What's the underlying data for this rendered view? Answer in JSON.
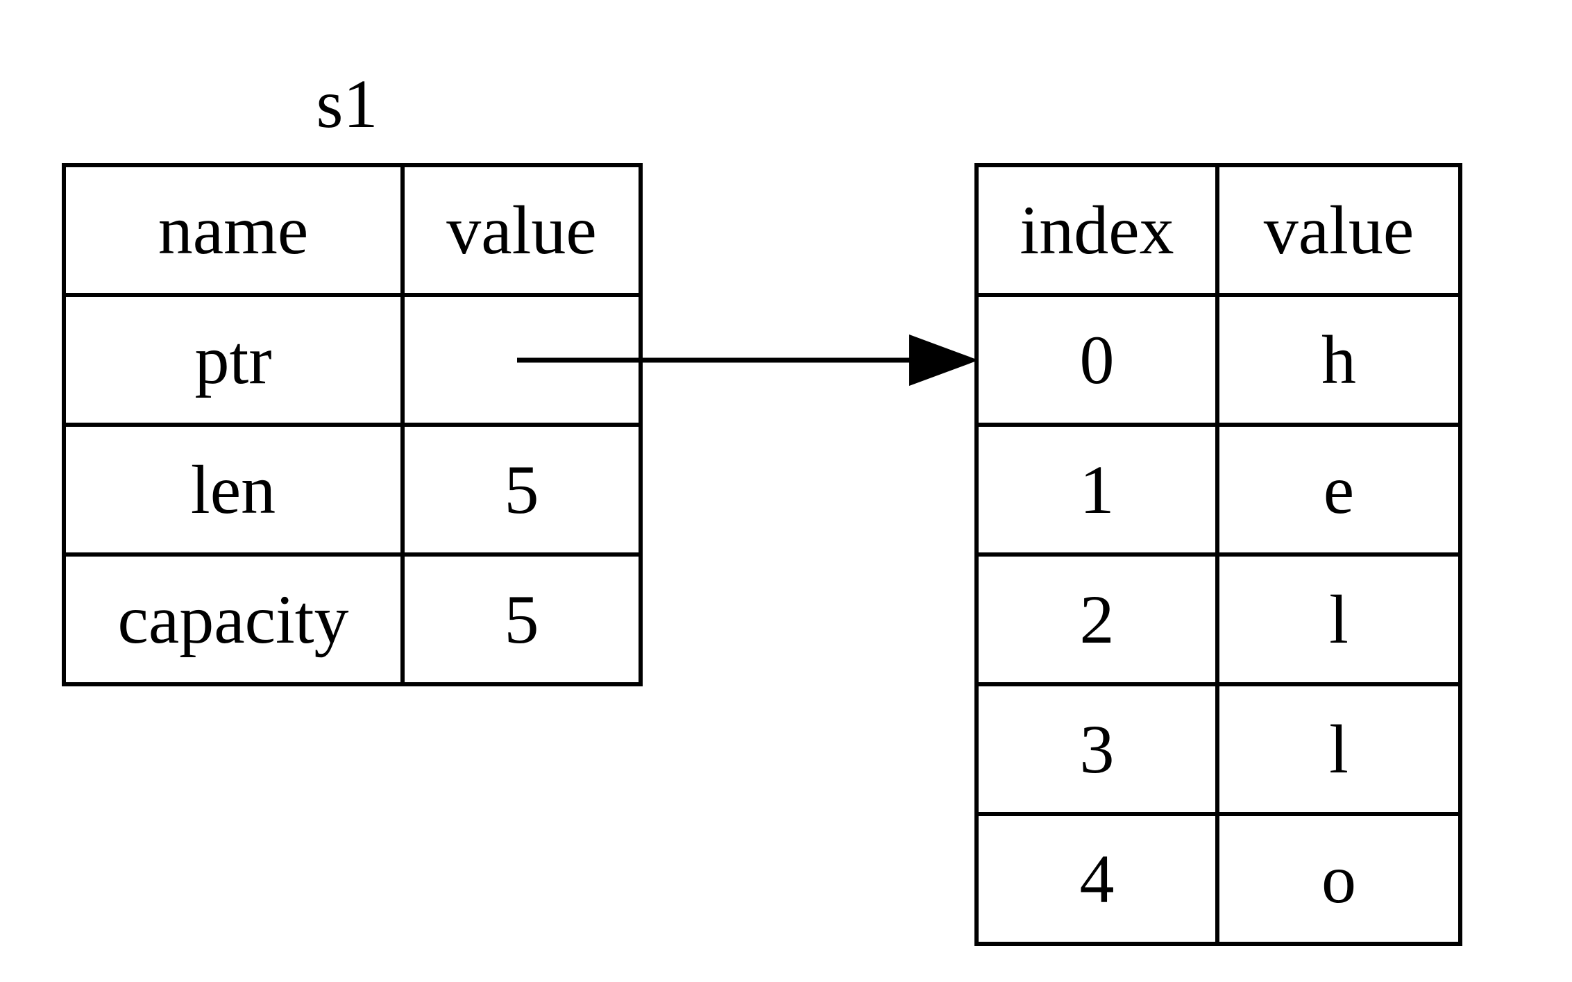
{
  "stack": {
    "label": "s1",
    "headers": {
      "name": "name",
      "value": "value"
    },
    "rows": [
      {
        "name": "ptr",
        "value": ""
      },
      {
        "name": "len",
        "value": "5"
      },
      {
        "name": "capacity",
        "value": "5"
      }
    ]
  },
  "heap": {
    "headers": {
      "index": "index",
      "value": "value"
    },
    "rows": [
      {
        "index": "0",
        "value": "h"
      },
      {
        "index": "1",
        "value": "e"
      },
      {
        "index": "2",
        "value": "l"
      },
      {
        "index": "3",
        "value": "l"
      },
      {
        "index": "4",
        "value": "o"
      }
    ]
  },
  "arrow": {
    "from": "stack.ptr",
    "to": "heap.index_0",
    "color": "#000000"
  }
}
